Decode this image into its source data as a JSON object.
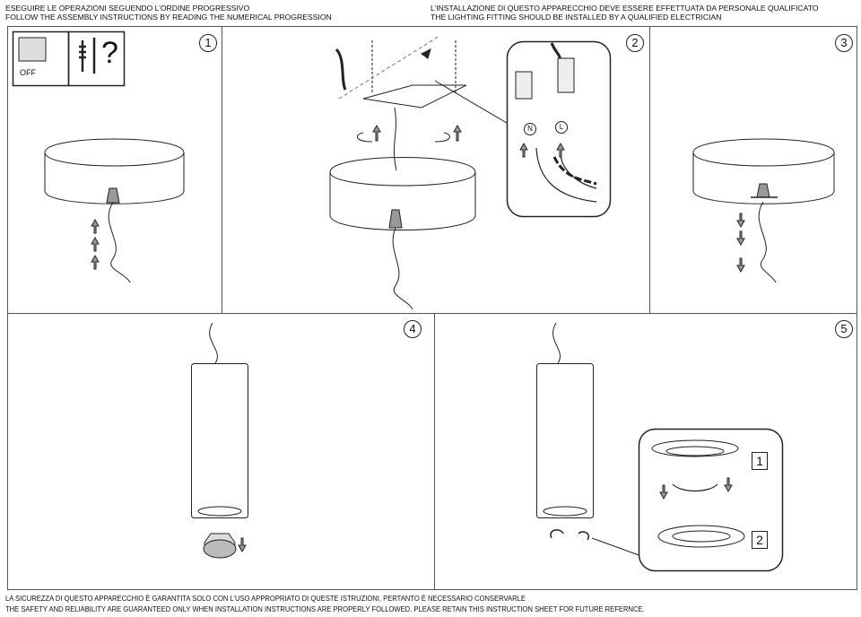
{
  "header": {
    "left_it": "ESEGUIRE LE OPERAZIONI SEGUENDO L’ORDINE PROGRESSIVO",
    "left_en": "FOLLOW THE ASSEMBLY INSTRUCTIONS BY READING THE NUMERICAL PROGRESSION",
    "right_it": "L’INSTALLAZIONE DI QUESTO APPARECCHIO DEVE ESSERE EFFETTUATA DA PERSONALE QUALIFICATO",
    "right_en": "THE LIGHTING FITTING SHOULD BE INSTALLED BY A QUALIFIED ELECTRICIAN"
  },
  "steps": [
    "1",
    "2",
    "3",
    "4",
    "5"
  ],
  "step1": {
    "switch_label": "OFF",
    "question_mark": "?"
  },
  "step2": {
    "neutral": "N",
    "live": "L"
  },
  "step5": {
    "sub_steps": [
      "1",
      "2"
    ]
  },
  "footer": {
    "it": "LA SICUREZZA DI QUESTO APPARECCHIO È GARANTITA SOLO CON L’USO APPROPRIATO DI QUESTE ISTRUZIONI, PERTANTO È NECESSARIO CONSERVARLE",
    "en": "THE SAFETY AND RELIABILITY ARE GUARANTEED ONLY WHEN INSTALLATION INSTRUCTIONS ARE PROPERLY FOLLOWED. PLEASE RETAIN THIS INSTRUCTION SHEET FOR FUTURE REFERNCE."
  }
}
